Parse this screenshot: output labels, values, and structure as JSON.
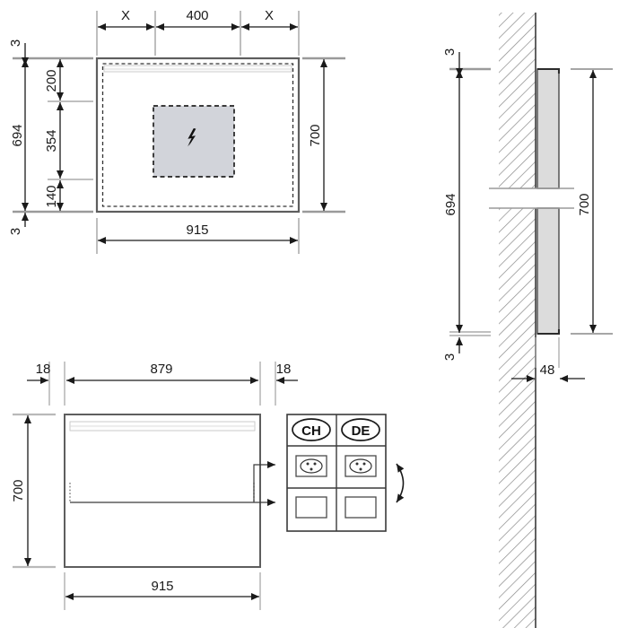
{
  "drawing": {
    "title": "Installation dimension drawing — wall panel with recessed box",
    "units": "mm",
    "line_color": "#1a1a1a",
    "thin_line_color": "#6f6f6f",
    "fill_gray": "#d2d4da",
    "wall_hatch_color": "#8a8a8a",
    "panel_fill": "#dcdcdc"
  },
  "views": {
    "front": {
      "name": "front-elevation-view",
      "dimensions": {
        "top_left_x": "X",
        "top_center": "400",
        "top_right_x": "X",
        "left_total": "694",
        "left_top_gap": "3",
        "left_bottom_gap": "3",
        "inner_top": "200",
        "inner_middle": "354",
        "inner_bottom": "140",
        "right_height": "700",
        "bottom_width": "915"
      },
      "symbol": "lightning-bolt-icon"
    },
    "section": {
      "name": "wall-section-view",
      "dimensions": {
        "top_gap": "3",
        "bottom_gap": "3",
        "left_height": "694",
        "right_height": "700",
        "depth": "48"
      }
    },
    "top": {
      "name": "top-plan-view",
      "dimensions": {
        "left_offset": "18",
        "inner_width": "879",
        "right_offset": "18",
        "height": "700",
        "total_width": "915"
      }
    }
  },
  "socket_panel": {
    "name": "socket-variant-table",
    "columns": [
      {
        "label": "CH",
        "socket_icon": "swiss-socket-icon",
        "blank_icon": "blank-plate-icon"
      },
      {
        "label": "DE",
        "socket_icon": "schuko-socket-icon",
        "blank_icon": "blank-plate-icon"
      }
    ],
    "swap_indicator": "double-curved-arrow-icon"
  }
}
